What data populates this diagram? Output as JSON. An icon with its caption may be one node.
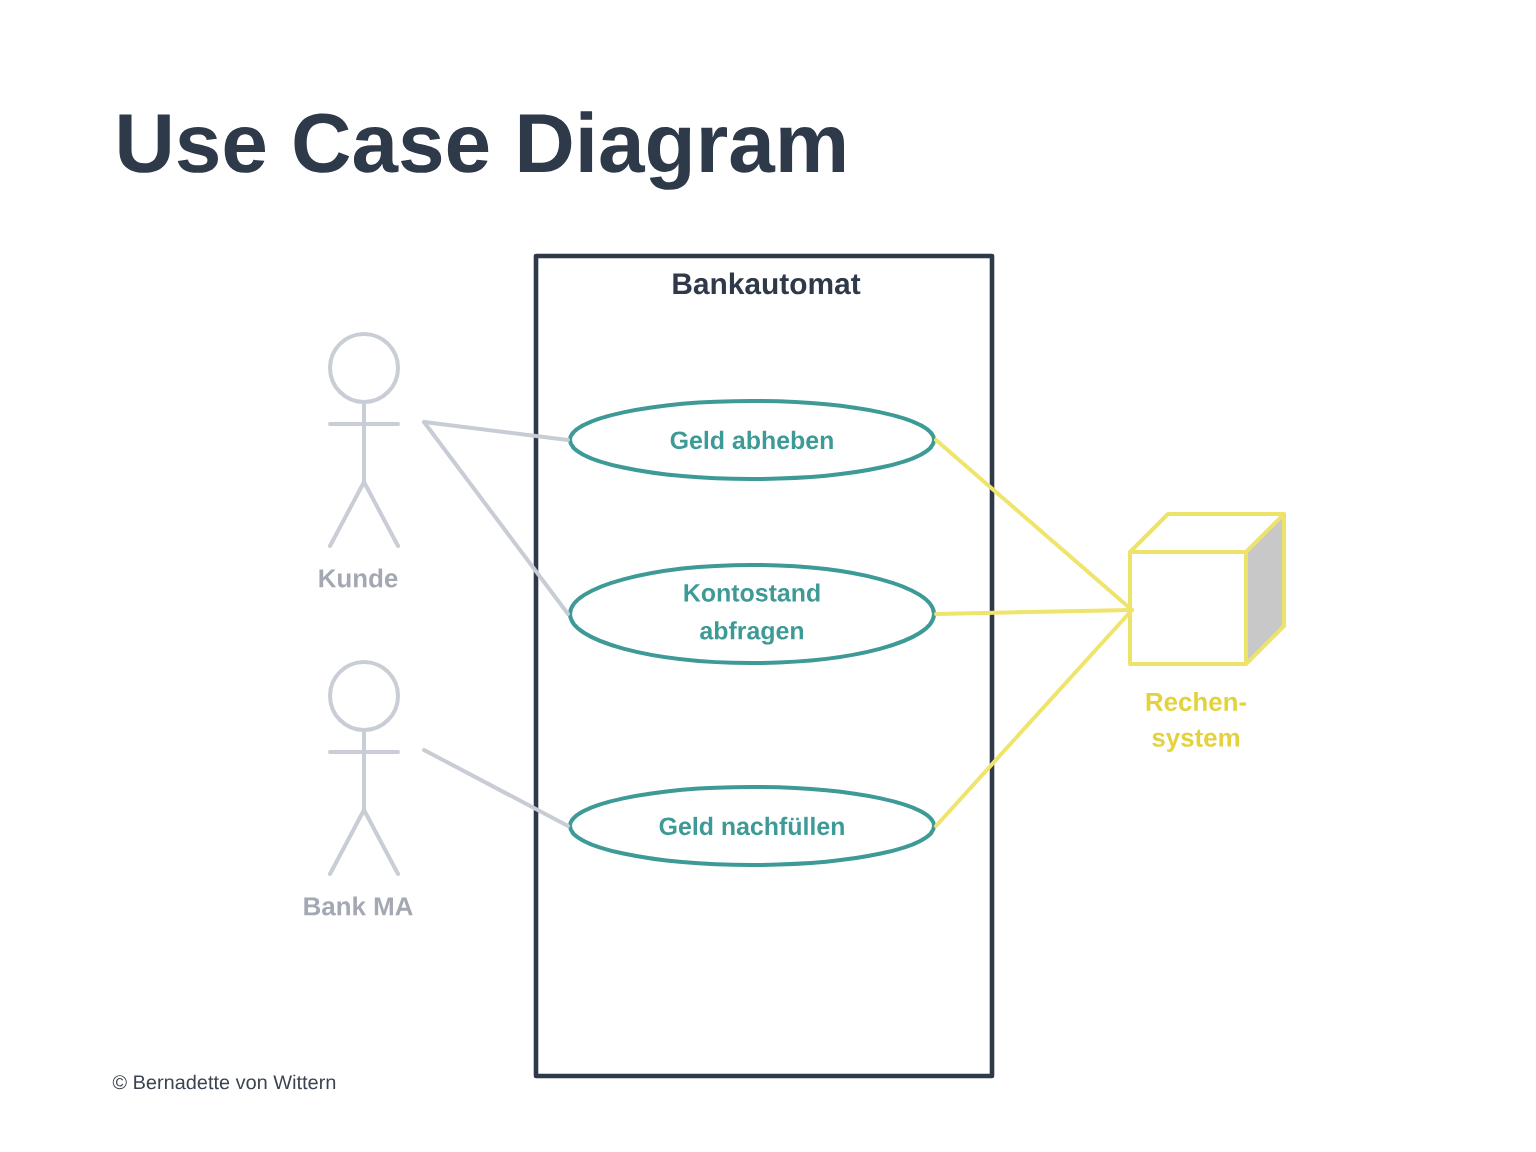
{
  "diagram": {
    "title": "Use Case Diagram",
    "nodes": [
      {
        "text": [
          "Bankautomat"
        ]
      },
      {
        "text": [
          "Geld abheben"
        ],
        "in": 0
      },
      {
        "text": [
          "Kontostand abfragen"
        ],
        "in": 0
      },
      {
        "text": [
          "Geld nachfüllen"
        ],
        "in": 0
      },
      {
        "text": [
          "Kunde"
        ]
      },
      {
        "text": [
          "Bank MA"
        ]
      },
      {
        "text": [
          "Rechen- system"
        ]
      }
    ],
    "edges": [
      {
        "from": 4,
        "to": 1,
        "arrow": "none",
        "color": "#c8ccd5"
      },
      {
        "from": 4,
        "to": 2,
        "arrow": "none",
        "color": "#c8ccd5"
      },
      {
        "from": 5,
        "to": 3,
        "arrow": "none",
        "color": "#c8ccd5"
      },
      {
        "from": 1,
        "to": 6,
        "arrow": "none",
        "color": "#efe46c"
      },
      {
        "from": 2,
        "to": 6,
        "arrow": "none",
        "color": "#efe46c"
      },
      {
        "from": 3,
        "to": 6,
        "arrow": "none",
        "color": "#efe46c"
      }
    ],
    "labels": [
      "© Bernadette von Wittern"
    ]
  }
}
